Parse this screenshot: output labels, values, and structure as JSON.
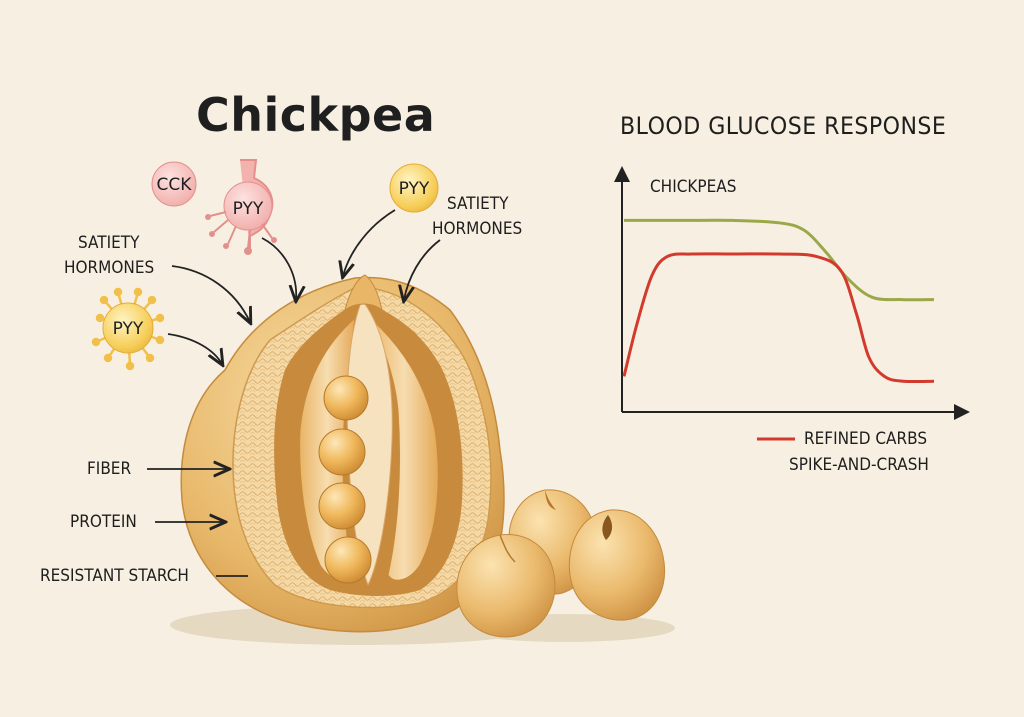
{
  "diagram": {
    "title": "Chickpea",
    "hormones": {
      "cck": "CCK",
      "pyy_pink": "PYY",
      "pyy_yellow_top": "PYY",
      "pyy_yellow_left": "PYY"
    },
    "labels": {
      "satiety_left_line1": "SATIETY",
      "satiety_left_line2": "HORMONES",
      "satiety_right_line1": "SATIETY",
      "satiety_right_line2": "HORMONES",
      "fiber": "FIBER",
      "protein": "PROTEIN",
      "resistant_starch": "RESISTANT STARCH"
    }
  },
  "chart_data": {
    "type": "line",
    "title": "BLOOD GLUCOSE RESPONSE",
    "xlabel": "",
    "ylabel": "",
    "series": [
      {
        "name": "CHICKPEAS",
        "color": "#9aa84a",
        "x": [
          0,
          10,
          20,
          35,
          50,
          58,
          65,
          72,
          80,
          90,
          100
        ],
        "y": [
          0.79,
          0.79,
          0.79,
          0.79,
          0.78,
          0.75,
          0.66,
          0.55,
          0.47,
          0.46,
          0.46
        ]
      },
      {
        "name": "REFINED CARBS SPIKE-AND-CRASH",
        "color": "#d23a2e",
        "x": [
          0,
          4,
          9,
          14,
          22,
          35,
          50,
          62,
          70,
          75,
          79,
          84,
          90,
          100
        ],
        "y": [
          0.14,
          0.35,
          0.56,
          0.64,
          0.65,
          0.65,
          0.65,
          0.64,
          0.58,
          0.4,
          0.22,
          0.14,
          0.12,
          0.12
        ]
      }
    ],
    "legend": {
      "label_line1": "REFINED CARBS",
      "label_line2": "SPIKE-AND-CRASH",
      "placement": "bottom-right"
    },
    "annotations": [
      "CHICKPEAS"
    ],
    "xlim": [
      0,
      100
    ],
    "ylim": [
      0,
      1
    ],
    "grid": false
  }
}
